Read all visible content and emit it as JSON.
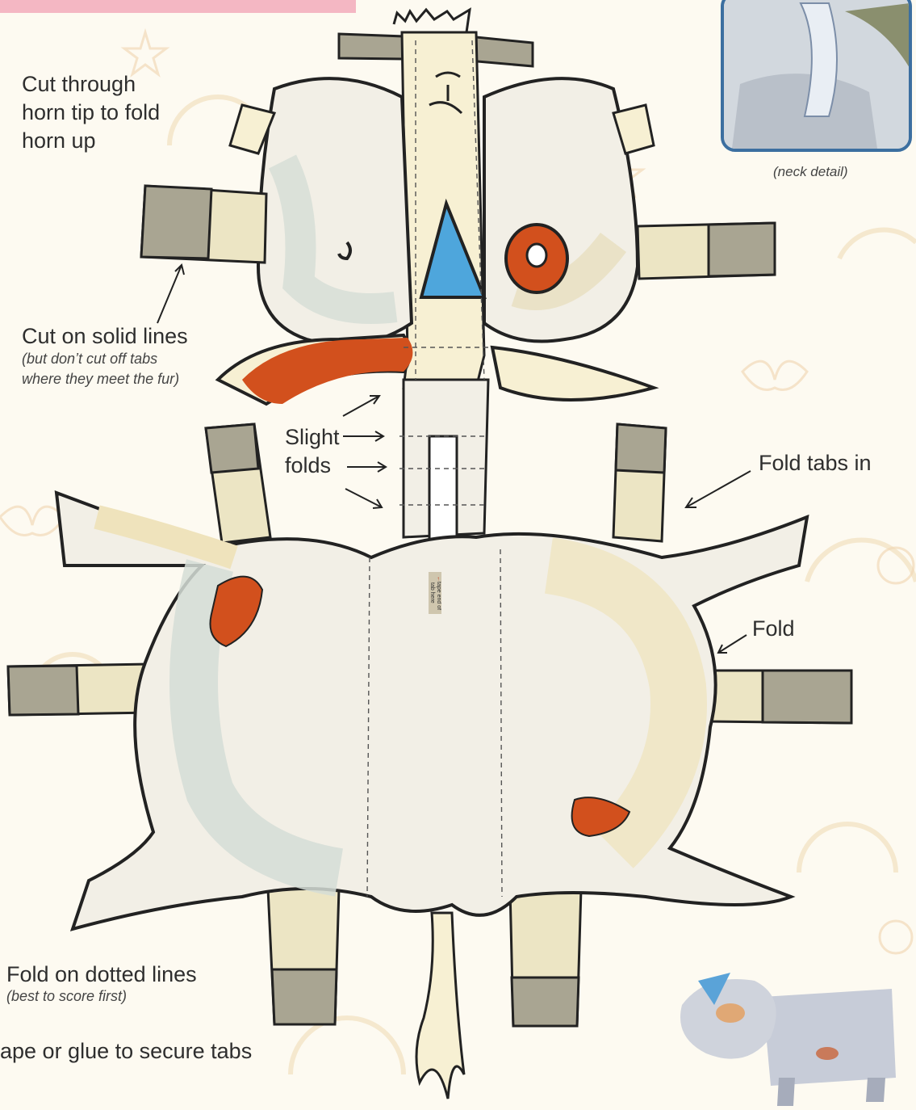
{
  "labels": {
    "cut_horn": [
      "Cut through",
      "horn tip to fold",
      "horn up"
    ],
    "cut_solid": "Cut on solid lines",
    "cut_solid_note": [
      "(but don’t cut off tabs",
      "where they meet the fur)"
    ],
    "slight": "Slight",
    "folds": "folds",
    "fold_tabs_in": "Fold tabs in",
    "fold": "Fold",
    "fold_dotted": "Fold on dotted lines",
    "fold_dotted_note": "(best to score first)",
    "tape_glue": "ape or glue to secure tabs",
    "neck_detail": "(neck detail)",
    "tape_note": [
      "tape end",
      "of tab here"
    ]
  },
  "colors": {
    "banner": "#f4b7c3",
    "cream": "#f7f0d3",
    "gray_blue": "#d5ddd6",
    "tab_dark": "#a9a592",
    "tab_light": "#ece5c4",
    "orange": "#d2501d",
    "horn_blue": "#4ea6dc",
    "inset_border": "#3c6fa0"
  }
}
